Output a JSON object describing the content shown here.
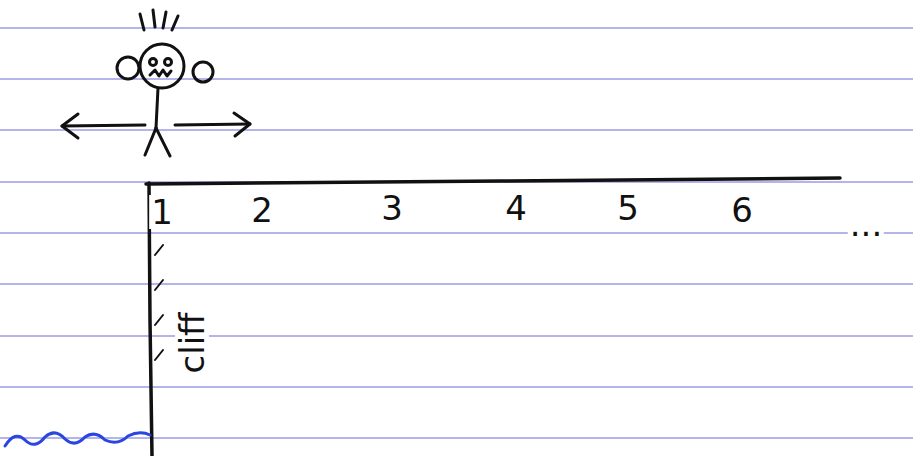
{
  "diagram": {
    "labels": [
      "1",
      "2",
      "3",
      "4",
      "5",
      "6",
      "...",
      "cliff"
    ]
  }
}
